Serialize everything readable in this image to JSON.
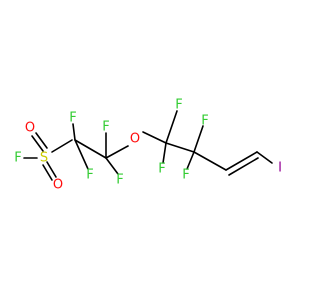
{
  "molecule": {
    "colors": {
      "bond": "#000000",
      "fluorine": "#33cc33",
      "oxygen": "#ff0d0d",
      "sulfur": "#cccc00",
      "iodine": "#940094"
    },
    "labels": {
      "f_sulfonyl": "F",
      "s": "S",
      "o_sulfonyl_top": "O",
      "o_sulfonyl_bottom": "O",
      "f_c1_top": "F",
      "f_c1_bottom": "F",
      "f_c2_top": "F",
      "f_c2_bottom": "F",
      "o_ether": "O",
      "f_c3_top": "F",
      "f_c3_bottom": "F",
      "f_c4_top": "F",
      "f_c4_bottom": "F",
      "i": "I"
    }
  }
}
